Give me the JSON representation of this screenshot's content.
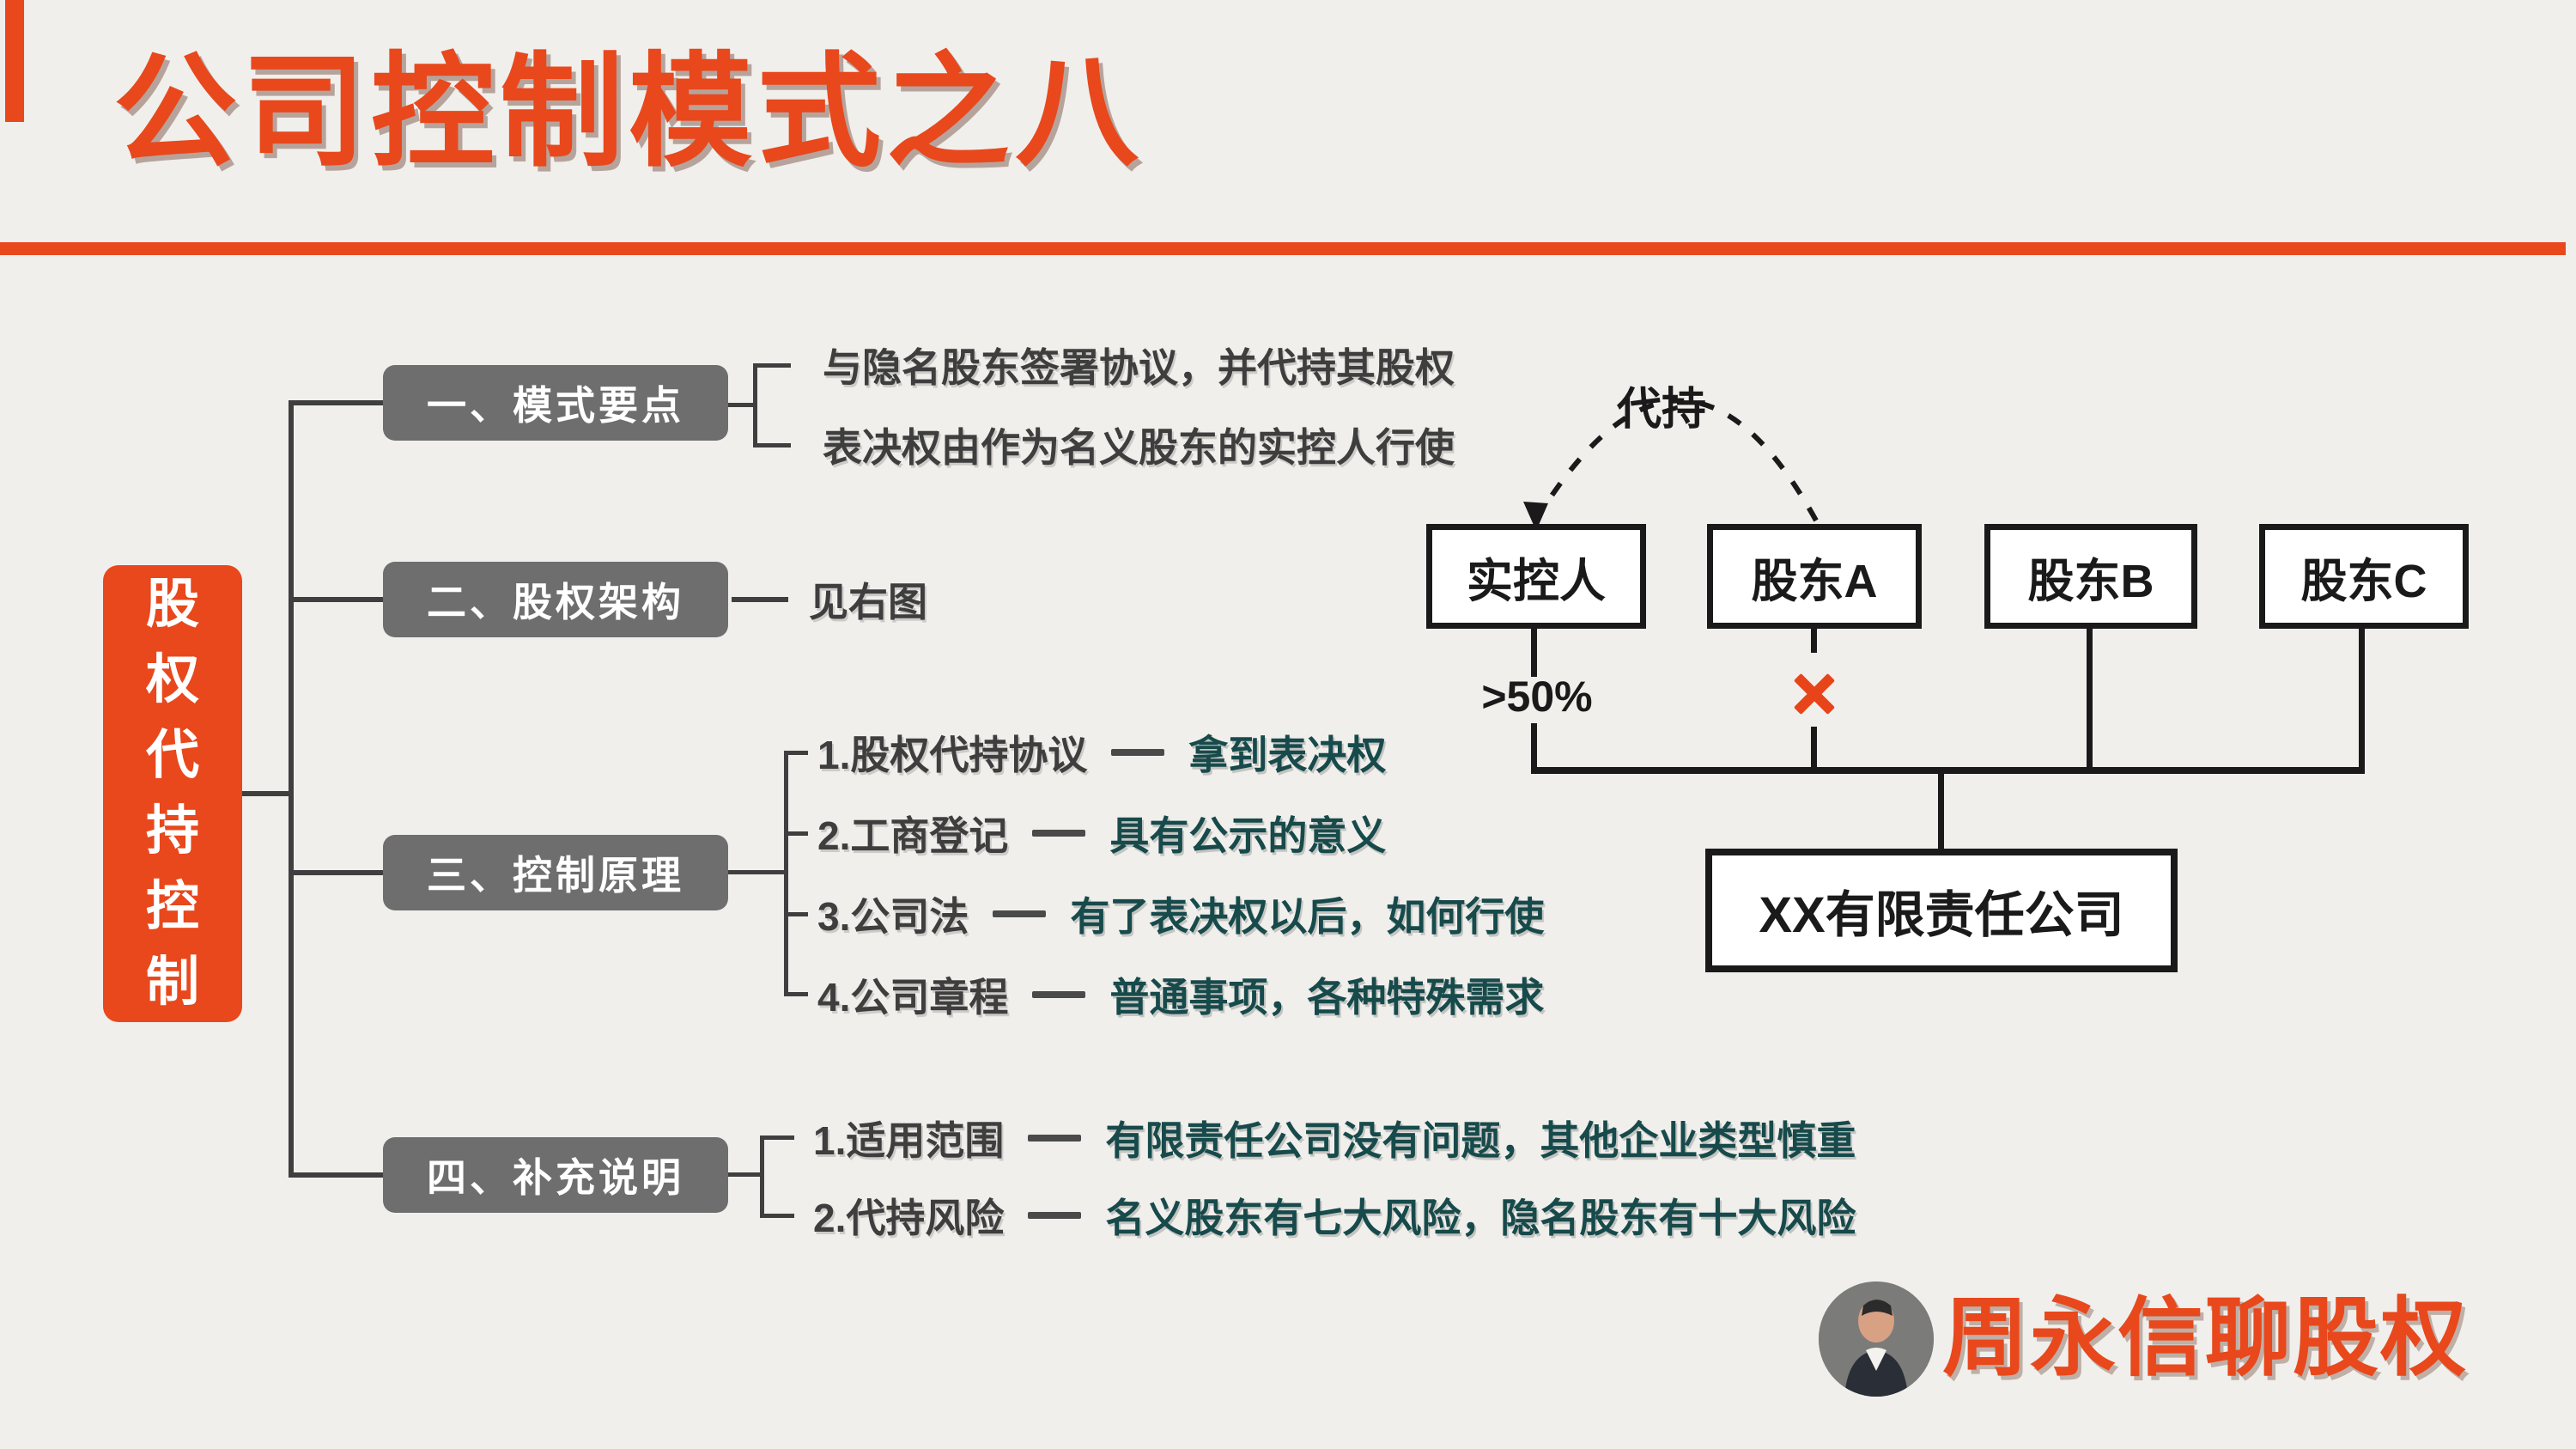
{
  "colors": {
    "accent": "#E8481C",
    "background": "#F0EFEC",
    "box_gray": "#6E6E6E",
    "text_dark": "#3E3E3E",
    "desc_teal": "#174A4B",
    "line_black": "#1A1A1A",
    "cross_red": "#E8441A"
  },
  "header": {
    "title": "公司控制模式之八"
  },
  "mindmap": {
    "root": {
      "label": "股权代持控制"
    },
    "branches": [
      {
        "label": "一、模式要点",
        "leaves": [
          "与隐名股东签署协议，并代持其股权",
          "表决权由作为名义股东的实控人行使"
        ]
      },
      {
        "label": "二、股权架构",
        "leaves": [
          "见右图"
        ]
      },
      {
        "label": "三、控制原理",
        "items": [
          {
            "term": "1.股权代持协议",
            "desc": "拿到表决权"
          },
          {
            "term": "2.工商登记",
            "desc": "具有公示的意义"
          },
          {
            "term": "3.公司法",
            "desc": "有了表决权以后，如何行使"
          },
          {
            "term": "4.公司章程",
            "desc": "普通事项，各种特殊需求"
          }
        ]
      },
      {
        "label": "四、补充说明",
        "items": [
          {
            "term": "1.适用范围",
            "desc": "有限责任公司没有问题，其他企业类型慎重"
          },
          {
            "term": "2.代持风险",
            "desc": "名义股东有七大风险，隐名股东有十大风险"
          }
        ]
      }
    ]
  },
  "orgchart": {
    "proxy_label": "代持",
    "ownership_label": ">50%",
    "shareholders": [
      "实控人",
      "股东A",
      "股东B",
      "股东C"
    ],
    "company": "XX有限责任公司"
  },
  "footer": {
    "signature": "周永信聊股权"
  }
}
